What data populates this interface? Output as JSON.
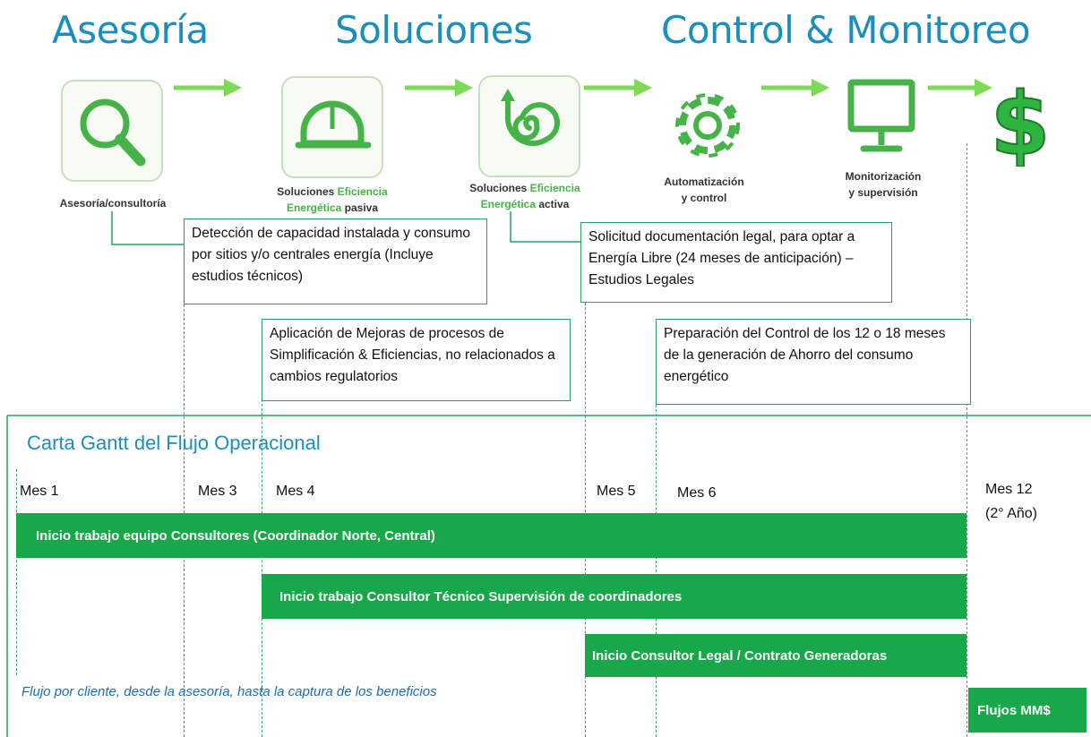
{
  "headers": {
    "asesoria": "Asesoría",
    "soluciones": "Soluciones",
    "control": "Control & Monitoreo"
  },
  "stages": [
    {
      "line1": "Asesoría/consultoría",
      "line2": ""
    },
    {
      "line1a": "Soluciones ",
      "line1b": "Eficiencia",
      "line2a": "Energética",
      "line2b": " pasiva"
    },
    {
      "line1a": "Soluciones ",
      "line1b": "Eficiencia",
      "line2a": "Energética",
      "line2b": " activa"
    },
    {
      "line1": "Automatización",
      "line2": "y control"
    },
    {
      "line1": "Monitorización",
      "line2": "y supervisión"
    }
  ],
  "boxes": {
    "deteccion": "Detección de capacidad instalada y consumo por sitios y/o centrales energía (Incluye estudios técnicos)",
    "solicitud": "Solicitud documentación legal, para optar a Energía Libre (24 meses de anticipación) – Estudios Legales",
    "aplicacion": "Aplicación de Mejoras de procesos de Simplificación & Eficiencias, no relacionados a cambios regulatorios",
    "preparacion": "Preparación del Control de los 12 o 18 meses de la generación de Ahorro del consumo energético"
  },
  "gantt": {
    "title": "Carta Gantt del Flujo Operacional",
    "months": [
      "Mes 1",
      "Mes 3",
      "Mes 4",
      "Mes 5",
      "Mes 6",
      "Mes 12"
    ],
    "month12_sub": "(2° Año)",
    "bars": [
      "Inicio trabajo equipo Consultores  (Coordinador Norte, Central)",
      "Inicio trabajo Consultor Técnico Supervisión de coordinadores",
      "Inicio Consultor Legal / Contrato Generadoras",
      "Flujos MM$"
    ],
    "footnote": "Flujo por cliente, desde la asesoría, hasta la captura de los beneficios"
  },
  "colors": {
    "header_blue": "#1a8fbf",
    "green": "#46b349",
    "bar_green": "#18a84a",
    "box_border": "#2e9f63"
  },
  "icons": [
    "search-icon",
    "helmet-icon",
    "spiral-icon",
    "gear-icon",
    "monitor-icon",
    "dollar-icon"
  ]
}
